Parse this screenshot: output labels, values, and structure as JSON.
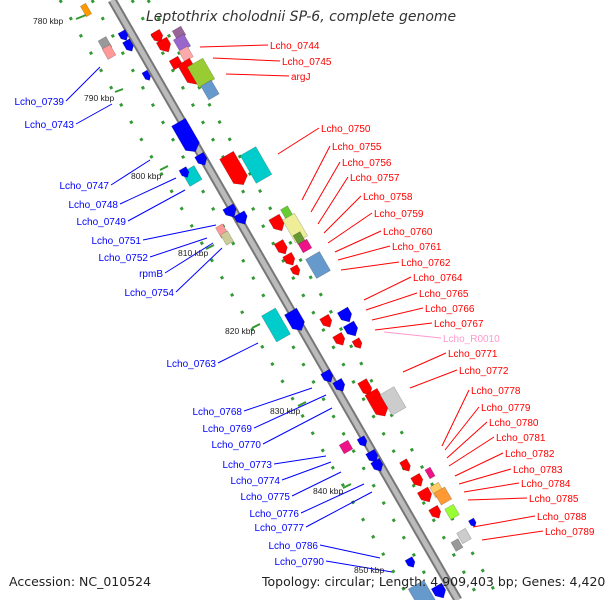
{
  "title": "Leptothrix cholodnii SP-6, complete genome",
  "footer": {
    "accession": "Accession: NC_010524",
    "topology": "Topology: circular; Length: 4,909,403 bp; Genes: 4,420"
  },
  "colors": {
    "forward_gene": "#ff0000",
    "reverse_gene": "#0000ff",
    "rna_label": "#ff99cc",
    "tick": "#339933",
    "backbone": "#999999"
  },
  "kbp_ticks": [
    "780 kbp",
    "790 kbp",
    "800 kbp",
    "810 kbp",
    "820 kbp",
    "830 kbp",
    "840 kbp",
    "850 kbp"
  ],
  "left_labels": [
    "Lcho_0739",
    "Lcho_0743",
    "Lcho_0747",
    "Lcho_0748",
    "Lcho_0749",
    "Lcho_0751",
    "Lcho_0752",
    "rpmB",
    "Lcho_0754",
    "Lcho_0763",
    "Lcho_0768",
    "Lcho_0769",
    "Lcho_0770",
    "Lcho_0773",
    "Lcho_0774",
    "Lcho_0775",
    "Lcho_0776",
    "Lcho_0777",
    "Lcho_0786",
    "Lcho_0790"
  ],
  "right_labels": [
    "Lcho_0744",
    "Lcho_0745",
    "argJ",
    "Lcho_0750",
    "Lcho_0755",
    "Lcho_0756",
    "Lcho_0757",
    "Lcho_0758",
    "Lcho_0759",
    "Lcho_0760",
    "Lcho_0761",
    "Lcho_0762",
    "Lcho_0764",
    "Lcho_0765",
    "Lcho_0766",
    "Lcho_0767",
    "Lcho_R0010",
    "Lcho_0771",
    "Lcho_0772",
    "Lcho_0778",
    "Lcho_0779",
    "Lcho_0780",
    "Lcho_0781",
    "Lcho_0782",
    "Lcho_0783",
    "Lcho_0784",
    "Lcho_0785",
    "Lcho_0788",
    "Lcho_0789"
  ],
  "rna_labels": [
    "Lcho_R0010"
  ]
}
